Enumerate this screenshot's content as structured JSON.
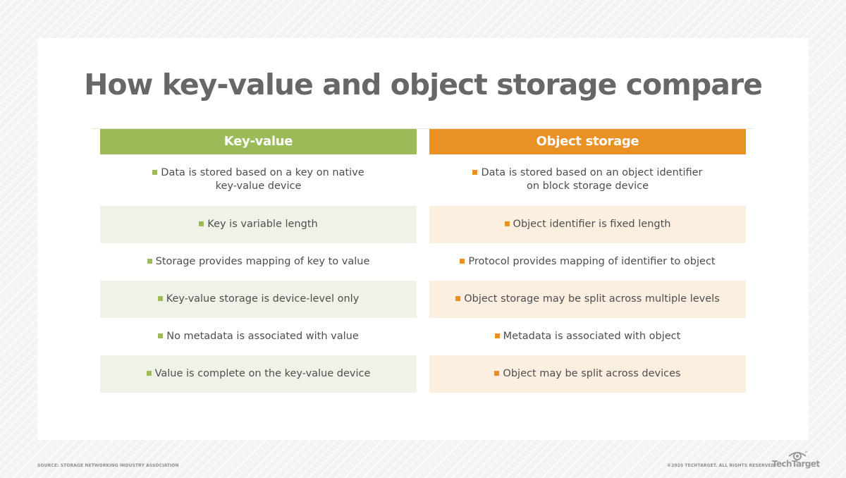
{
  "title": "How key-value and object storage compare",
  "colors": {
    "key_value_accent": "#9bbb59",
    "key_value_shade": "#eff3e7",
    "object_accent": "#ea9126",
    "object_shade": "#fcefe0",
    "title_text": "#666769",
    "body_text": "#4d4d4f"
  },
  "columns": {
    "key_value": {
      "header": "Key-value",
      "items": [
        "Data is stored based on a key on native key-value device",
        "Key is variable length",
        "Storage provides mapping of key to value",
        "Key-value storage is device-level only",
        "No metadata is associated with value",
        "Value is complete on the key-value device"
      ],
      "item_lines": [
        [
          "Data is stored based on a key on native",
          "key-value device"
        ]
      ]
    },
    "object_storage": {
      "header": "Object storage",
      "items": [
        "Data is stored based on an object identifier on block storage device",
        "Object identifier is fixed length",
        "Protocol provides mapping of identifier to object",
        "Object storage may be split across multiple levels",
        "Metadata is associated with object",
        "Object may be split across devices"
      ],
      "item_lines": [
        [
          "Data is stored based on an object identifier",
          "on block storage device"
        ]
      ]
    }
  },
  "footer": {
    "source": "SOURCE: STORAGE NETWORKING INDUSTRY ASSOCIATION",
    "copyright": "©2020 TECHTARGET. ALL RIGHTS RESERVED",
    "logo_text": "TechTarget",
    "logo_icon": "eye-icon"
  }
}
